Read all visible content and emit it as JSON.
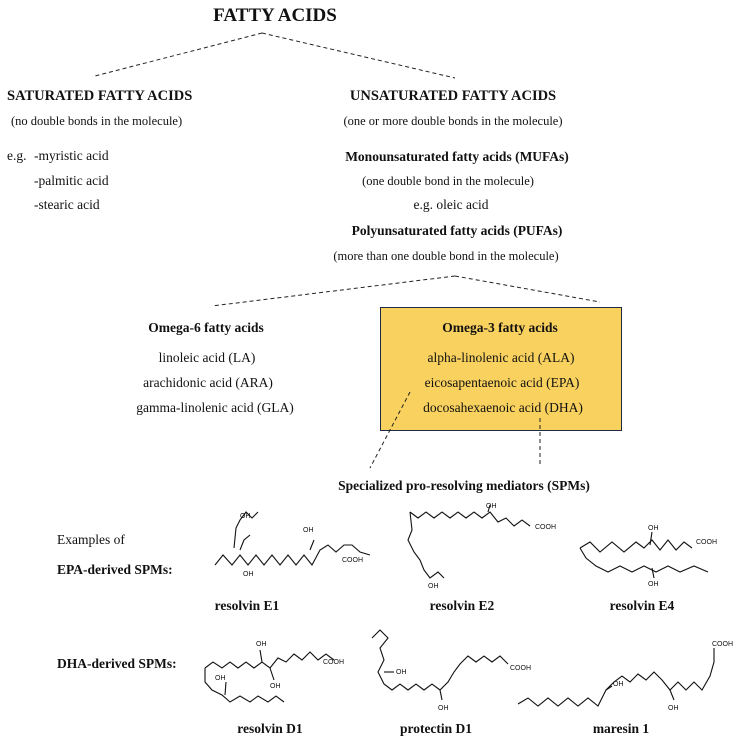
{
  "title": "FATTY ACIDS",
  "saturated": {
    "heading": "SATURATED FATTY ACIDS",
    "note": "(no double bonds in the molecule)",
    "eg": "e.g.",
    "examples": [
      "-myristic acid",
      "-palmitic acid",
      "-stearic acid"
    ]
  },
  "unsaturated": {
    "heading": "UNSATURATED FATTY ACIDS",
    "note": "(one or more double bonds in the molecule)",
    "mufa_heading": "Monounsaturated fatty acids (MUFAs)",
    "mufa_note": "(one double bond in the molecule)",
    "mufa_example": "e.g. oleic acid",
    "pufa_heading": "Polyunsaturated fatty acids (PUFAs)",
    "pufa_note": "(more than one double bond in the molecule)"
  },
  "omega6": {
    "heading": "Omega-6 fatty acids",
    "items": [
      "linoleic acid (LA)",
      "arachidonic acid (ARA)",
      "gamma-linolenic acid (GLA)"
    ]
  },
  "omega3": {
    "heading": "Omega-3 fatty acids",
    "items": [
      "alpha-linolenic acid (ALA)",
      "eicosapentaenoic acid (EPA)",
      "docosahexaenoic acid (DHA)"
    ],
    "box_color": "#f9d15e"
  },
  "spm": {
    "heading": "Specialized pro-resolving mediators (SPMs)",
    "examples_of": "Examples of",
    "epa_label": "EPA-derived SPMs:",
    "dha_label": "DHA-derived SPMs:",
    "epa_molecules": [
      "resolvin E1",
      "resolvin E2",
      "resolvin E4"
    ],
    "dha_molecules": [
      "resolvin D1",
      "protectin D1",
      "maresin 1"
    ],
    "structure_labels": {
      "oh": "OH",
      "cooh": "COOH"
    }
  }
}
